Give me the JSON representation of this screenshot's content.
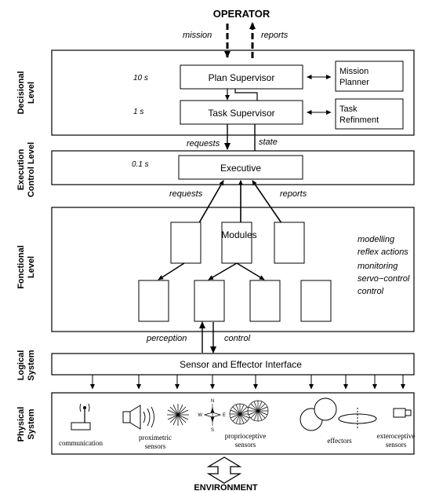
{
  "operator": "OPERATOR",
  "environment": "ENVIRONMENT",
  "mission_label": "mission",
  "reports_top_label": "reports",
  "levels": {
    "decisional": [
      "Decisional",
      "Level"
    ],
    "execution": [
      "Execution",
      "Control Level"
    ],
    "functional": [
      "Fonctional",
      "Level"
    ],
    "logical": [
      "Logical",
      "System"
    ],
    "physical": [
      "Physical",
      "System"
    ]
  },
  "decisional": {
    "time_plan": "10 s",
    "time_task": "1 s",
    "plan_supervisor": "Plan Supervisor",
    "task_supervisor": "Task Supervisor",
    "mission_planner": [
      "Mission",
      "Planner"
    ],
    "task_refinement": [
      "Task",
      "Refinment"
    ]
  },
  "links": {
    "requests_upper": "requests",
    "state": "state",
    "requests_lower": "requests",
    "reports_lower": "reports",
    "perception": "perception",
    "control": "control"
  },
  "execution": {
    "time": "0.1 s",
    "executive": "Executive"
  },
  "functional": {
    "modules": "Modules",
    "functions": [
      "modelling",
      "reflex actions",
      "monitoring",
      "servo−control",
      "control"
    ]
  },
  "logical": {
    "interface": "Sensor and Effector Interface"
  },
  "physical": {
    "labels": {
      "communication": "communication",
      "proximetric": [
        "proximetric",
        "sensors"
      ],
      "proprioceptive": [
        "proprioceptive",
        "sensors"
      ],
      "effectors": "effectors",
      "exteroceptive": [
        "exteroceptive",
        "sensors"
      ]
    },
    "compass": {
      "n": "N",
      "s": "S",
      "w": "W",
      "e": "E"
    }
  }
}
